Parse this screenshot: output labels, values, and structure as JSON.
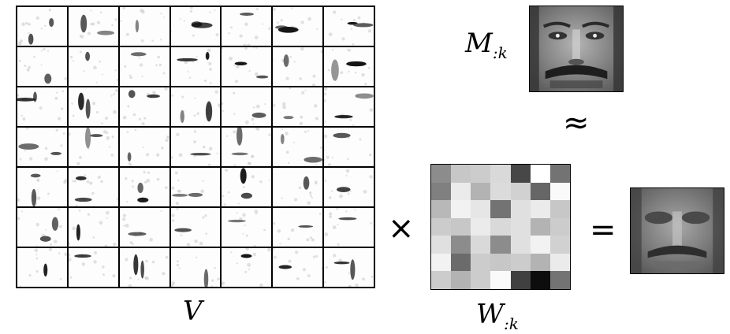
{
  "labels": {
    "basis": "V",
    "weights_main": "W",
    "weights_sub": ":k",
    "target_main": "M",
    "target_sub": ":k"
  },
  "operators": {
    "times": "×",
    "approx": "≈",
    "equals": "="
  },
  "weights_grid": [
    [
      0.55,
      0.78,
      0.8,
      0.85,
      0.28,
      1.0,
      0.45
    ],
    [
      0.5,
      0.92,
      0.7,
      0.86,
      0.82,
      0.4,
      0.98
    ],
    [
      0.72,
      0.95,
      0.9,
      0.45,
      0.88,
      0.92,
      0.78
    ],
    [
      0.8,
      0.78,
      0.92,
      0.85,
      0.88,
      0.7,
      0.8
    ],
    [
      0.88,
      0.55,
      0.85,
      0.55,
      0.88,
      0.95,
      0.82
    ],
    [
      0.95,
      0.42,
      0.8,
      0.78,
      0.8,
      0.7,
      0.92
    ],
    [
      0.8,
      0.7,
      0.8,
      0.98,
      0.25,
      0.05,
      0.45
    ]
  ]
}
